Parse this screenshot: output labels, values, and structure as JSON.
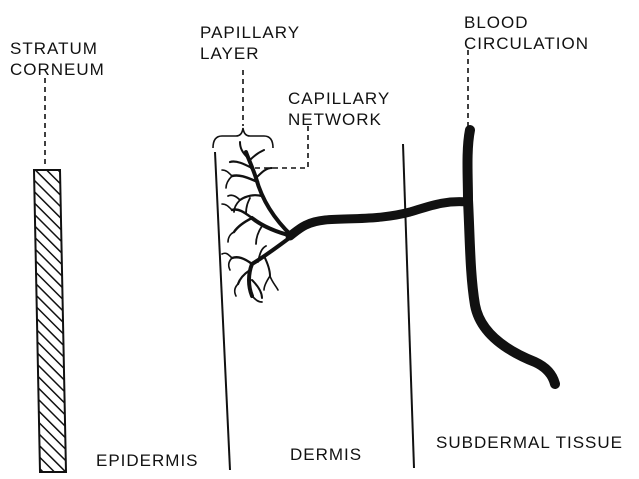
{
  "labels": {
    "stratum_corneum": [
      "STRATUM",
      "CORNEUM"
    ],
    "papillary_layer": [
      "PAPILLARY",
      "LAYER"
    ],
    "capillary_network": [
      "CAPILLARY",
      "NETWORK"
    ],
    "blood_circulation": [
      "BLOOD",
      "CIRCULATION"
    ],
    "epidermis": "EPIDERMIS",
    "dermis": "DERMIS",
    "subdermal_tissue": "SUBDERMAL TISSUE"
  },
  "colors": {
    "ink": "#111111",
    "background": "#ffffff"
  }
}
